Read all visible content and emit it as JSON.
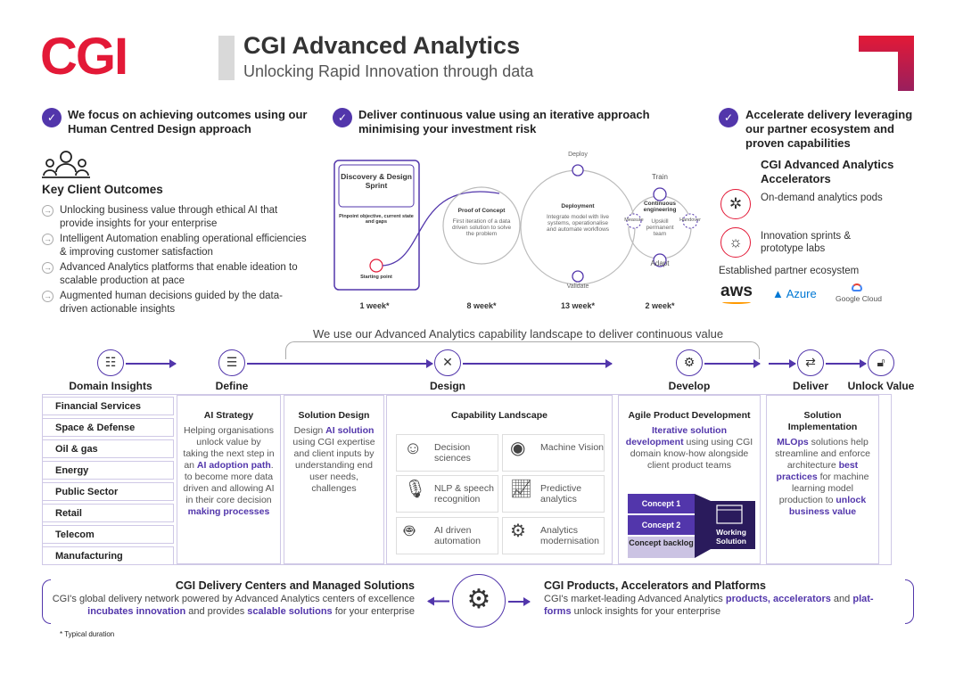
{
  "header": {
    "logo": "CGI",
    "title": "CGI Advanced Analytics",
    "subtitle": "Unlocking Rapid Innovation through data"
  },
  "col1": {
    "heading": "We focus on achieving outcomes using our Human Centred Design approach",
    "outcomes_title": "Key Client Outcomes",
    "outcomes": [
      "Unlocking business value through ethical AI that provide insights for your enterprise",
      "Intelligent Automation enabling operational efficiencies & improving customer satisfaction",
      "Advanced Analytics platforms that enable  ideation to scalable production at pace",
      "Augmented human decisions guided by the data-driven actionable insights"
    ]
  },
  "col2": {
    "heading": "Deliver continuous value using an iterative approach minimising your investment risk",
    "discovery": {
      "title": "Discovery & Design Sprint",
      "desc": "Pinpoint objective, current state and gaps",
      "start": "Starting point",
      "duration": "1 week*"
    },
    "poc": {
      "title": "Proof of Concept",
      "desc": "First iteration of a data driven solution to solve the problem",
      "duration": "8 week*"
    },
    "deployment": {
      "title": "Deployment",
      "desc": "Integrate model with live systems, operationalise and automate workflows",
      "top": "Deploy",
      "bottom": "Validate",
      "duration": "13 week*"
    },
    "ce": {
      "title": "Continuous engineering",
      "desc": "Upskill permanent team",
      "top": "Train",
      "bottom": "Adapt",
      "left": "Measure",
      "right": "Handover",
      "duration": "2 week*"
    }
  },
  "col3": {
    "heading": "Accelerate delivery leveraging our partner ecosystem and proven capabilities",
    "acc_title": "CGI Advanced Analytics Accelerators",
    "items": [
      "On-demand analytics pods",
      "Innovation sprints & prototype labs"
    ],
    "partner_title": "Established partner ecosystem",
    "partners": [
      "aws",
      "Azure",
      "Google Cloud"
    ]
  },
  "banner": "We use our Advanced Analytics capability landscape to deliver continuous value",
  "stages": [
    "Domain Insights",
    "Define",
    "Design",
    "Develop",
    "Deliver",
    "Unlock Value"
  ],
  "domains": [
    "Financial Services",
    "Space & Defense",
    "Oil & gas",
    "Energy",
    "Public Sector",
    "Retail",
    "Telecom",
    "Manufacturing"
  ],
  "ai_strategy": {
    "title": "AI Strategy",
    "t1": "Helping organisations unlock value by taking the next step in an ",
    "h1": "AI adoption path",
    "t2": ". to become more data driven and allowing AI in their core decision ",
    "h2": "making processes"
  },
  "solution_design": {
    "title": "Solution Design",
    "t1": "Design ",
    "h1": "AI solution",
    "t2": " using CGI expertise and client inputs by understanding end user needs, challenges"
  },
  "capability": {
    "title": "Capability Landscape",
    "items": [
      "Decision sciences",
      "Machine Vision",
      "NLP & speech recognition",
      "Predictive analytics",
      "AI driven automation",
      "Analytics modernisation"
    ]
  },
  "agile": {
    "title": "Agile Product Development",
    "h1": "Iterative solution development",
    "t1": " using using CGI domain know-how alongside client product teams",
    "concepts": [
      "Concept 1",
      "Concept 2",
      "Concept backlog"
    ],
    "working": "Working Solution"
  },
  "implementation": {
    "title": "Solution Implementation",
    "h1": "MLOps",
    "t1": " solutions help streamline and enforce architecture ",
    "h2": "best practices",
    "t2": " for machine learning model production to ",
    "h3": "unlock business value"
  },
  "bottom": {
    "left_title": "CGI Delivery Centers and Managed Solutions",
    "left_t1": "CGI's global delivery network powered by Advanced Analytics centers of excellence ",
    "left_h1": "incubates innovation",
    "left_t2": " and provides ",
    "left_h2": "scalable solutions",
    "left_t3": " for your enterprise",
    "right_title": "CGI Products, Accelerators and Platforms",
    "right_t1": "CGI's market-leading Advanced Analytics ",
    "right_h1": "products, accelerators",
    "right_t2": " and ",
    "right_h2": "plat-forms",
    "right_t3": " unlock insights for your enterprise"
  },
  "footnote": "* Typical duration"
}
